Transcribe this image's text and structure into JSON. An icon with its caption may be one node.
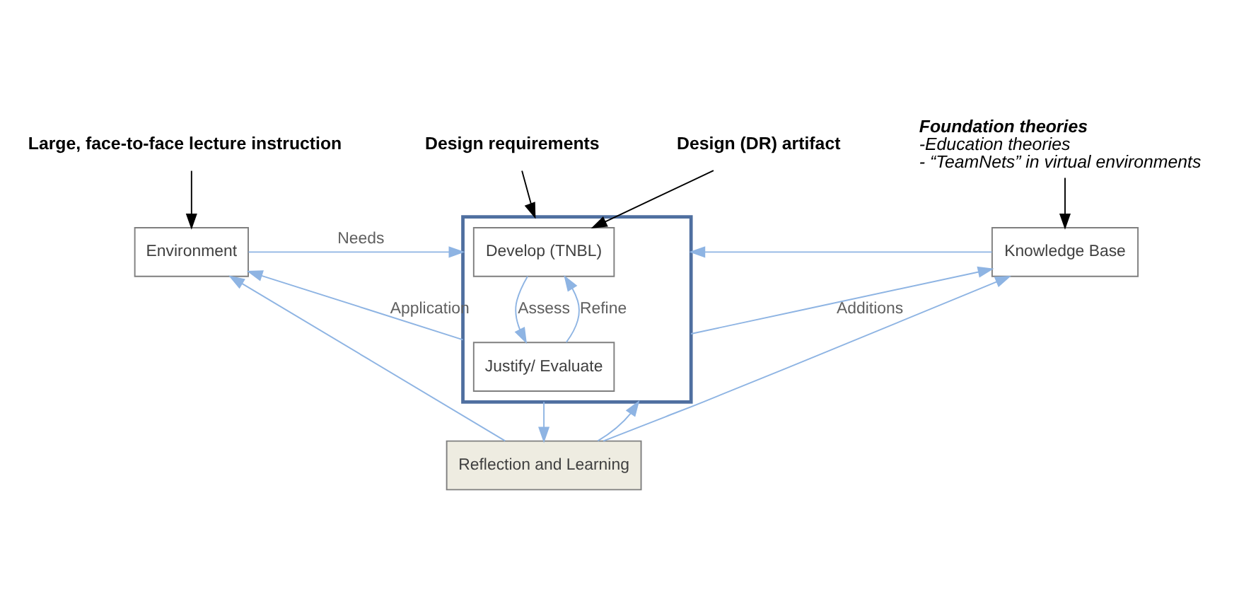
{
  "diagram": {
    "nodes": [
      {
        "text": [
          "Large, face-to-face lecture instruction"
        ]
      },
      {
        "text": [
          "Design requirements"
        ]
      },
      {
        "text": [
          "Design (DR) artifact"
        ]
      },
      {
        "text": [],
        "shape": "box"
      },
      {
        "text": [
          "Environment"
        ]
      },
      {
        "text": [
          "Develop (TNBL)"
        ],
        "in": 3
      },
      {
        "text": [
          "Justify/ Evaluate"
        ],
        "in": 3
      },
      {
        "text": [
          "Knowledge Base"
        ]
      },
      {
        "text": [
          "Foundation theories",
          "-Education theories",
          "- “TeamNets” in virtual environments"
        ]
      },
      {
        "text": [
          "Reflection and Learning"
        ]
      }
    ],
    "edges": [
      {
        "from": 0,
        "to": 4,
        "arrow": "to",
        "color": "#000000"
      },
      {
        "from": 1,
        "to": 3,
        "arrow": "to",
        "color": "#000000"
      },
      {
        "from": 2,
        "to": 5,
        "arrow": "to",
        "color": "#000000"
      },
      {
        "from": 4,
        "to": 3,
        "arrow": "to",
        "label": "Needs"
      },
      {
        "from": 5,
        "to": 6,
        "arrow": "to",
        "label": "Assess"
      },
      {
        "from": 6,
        "to": 5,
        "arrow": "to",
        "label": "Refine"
      },
      {
        "from": 7,
        "to": 3,
        "arrow": "to"
      },
      {
        "from": 8,
        "to": 7,
        "arrow": "to",
        "color": "#000000"
      },
      {
        "from": 3,
        "to": 4,
        "arrow": "to",
        "label": "Application"
      },
      {
        "from": 9,
        "to": 4,
        "arrow": "to"
      },
      {
        "from": 3,
        "to": 7,
        "arrow": "to",
        "label": "Additions"
      },
      {
        "from": 9,
        "to": 7,
        "arrow": "to"
      },
      {
        "from": 9,
        "to": 3,
        "arrow": "to"
      },
      {
        "from": 3,
        "to": 9,
        "arrow": "to"
      }
    ]
  }
}
